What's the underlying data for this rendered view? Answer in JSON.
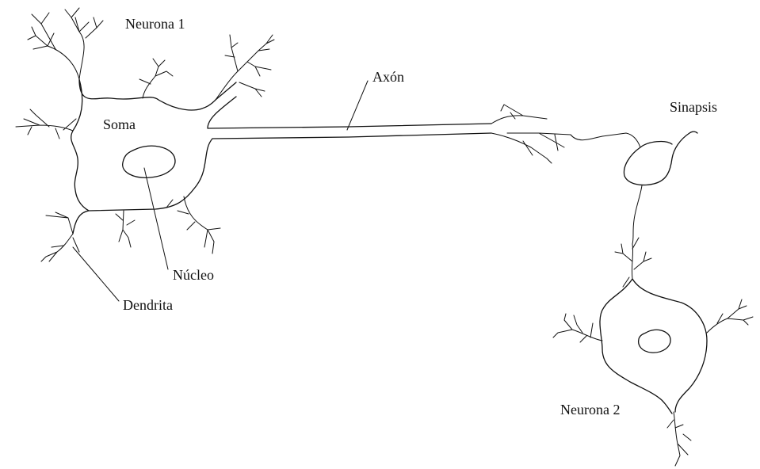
{
  "labels": {
    "neurona1": "Neurona 1",
    "soma": "Soma",
    "axon": "Axón",
    "sinapsis": "Sinapsis",
    "nucleo": "Núcleo",
    "dendrita": "Dendrita",
    "neurona2": "Neurona 2"
  },
  "colors": {
    "ink": "#111111",
    "background": "#ffffff"
  }
}
